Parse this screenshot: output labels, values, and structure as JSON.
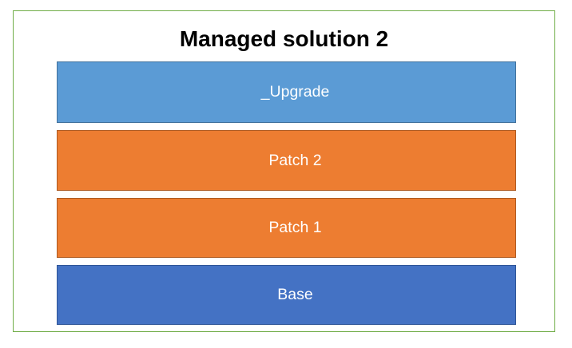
{
  "title": "Managed solution 2",
  "title_color": "#000000",
  "background_color": "#FFFFFF",
  "frame_color": "#70AD47",
  "label_text_color": "#FFFFFF",
  "layers": [
    {
      "label": "_Upgrade",
      "fill": "#5B9BD5",
      "border": "#41719C"
    },
    {
      "label": "Patch 2",
      "fill": "#ED7D31",
      "border": "#AE5A21"
    },
    {
      "label": "Patch 1",
      "fill": "#ED7D31",
      "border": "#AE5A21"
    },
    {
      "label": "Base",
      "fill": "#4472C4",
      "border": "#2F5597"
    }
  ]
}
